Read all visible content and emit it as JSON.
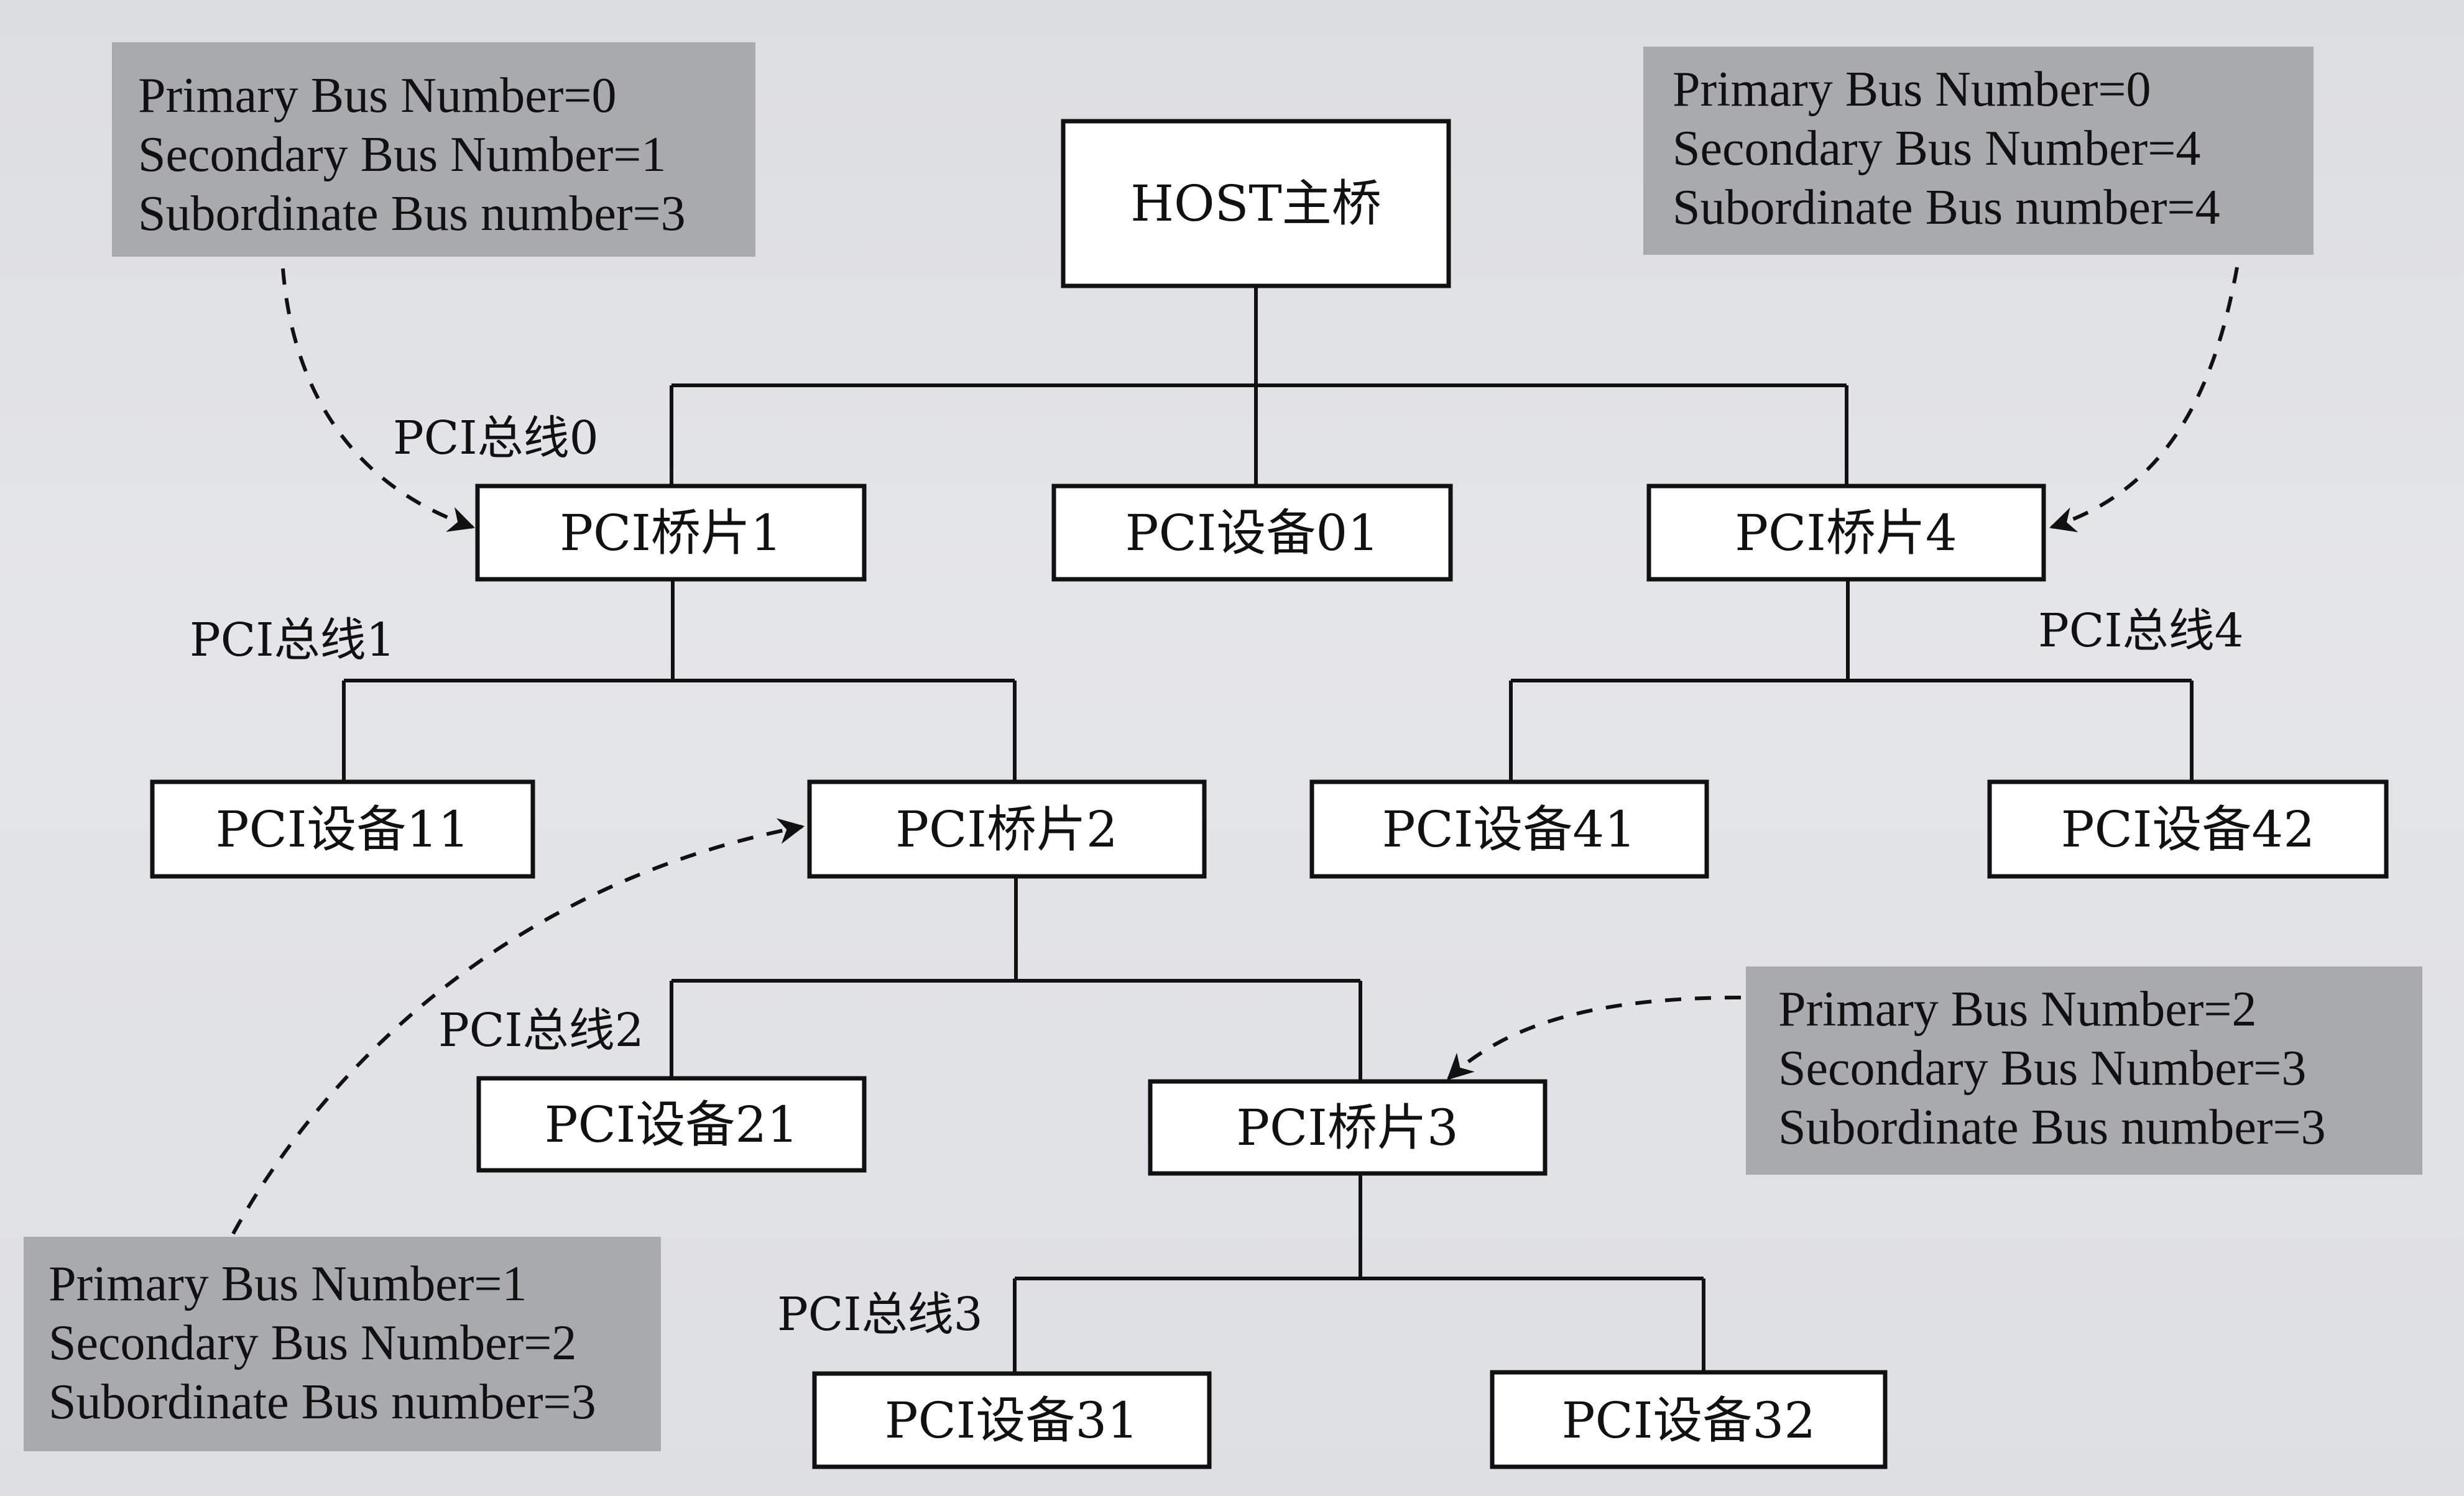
{
  "nodes": {
    "host": "HOST主桥",
    "bridge1": "PCI桥片1",
    "dev01": "PCI设备01",
    "bridge4": "PCI桥片4",
    "dev11": "PCI设备11",
    "bridge2": "PCI桥片2",
    "dev41": "PCI设备41",
    "dev42": "PCI设备42",
    "dev21": "PCI设备21",
    "bridge3": "PCI桥片3",
    "dev31": "PCI设备31",
    "dev32": "PCI设备32"
  },
  "buses": {
    "bus0": "PCI总线0",
    "bus1": "PCI总线1",
    "bus2": "PCI总线2",
    "bus3": "PCI总线3",
    "bus4": "PCI总线4"
  },
  "notes": {
    "bridge1": [
      "Primary Bus Number=0",
      "Secondary Bus Number=1",
      "Subordinate Bus number=3"
    ],
    "bridge4": [
      "Primary Bus Number=0",
      "Secondary Bus Number=4",
      "Subordinate Bus number=4"
    ],
    "bridge3": [
      "Primary Bus Number=2",
      "Secondary Bus Number=3",
      "Subordinate Bus number=3"
    ],
    "bridge2": [
      "Primary Bus Number=1",
      "Secondary Bus Number=2",
      "Subordinate Bus number=3"
    ]
  }
}
